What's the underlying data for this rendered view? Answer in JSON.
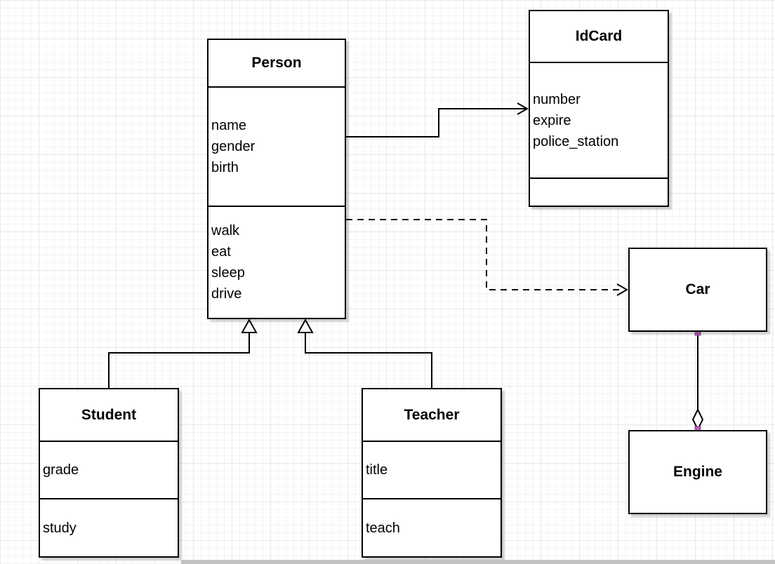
{
  "diagram": {
    "classes": {
      "person": {
        "title": "Person",
        "attributes": [
          "name",
          "gender",
          "birth"
        ],
        "methods": [
          "walk",
          "eat",
          "sleep",
          "drive"
        ]
      },
      "idcard": {
        "title": "IdCard",
        "attributes": [
          "number",
          "expire",
          "police_station"
        ],
        "methods": []
      },
      "car": {
        "title": "Car"
      },
      "engine": {
        "title": "Engine"
      },
      "student": {
        "title": "Student",
        "attributes": [
          "grade"
        ],
        "methods": [
          "study"
        ]
      },
      "teacher": {
        "title": "Teacher",
        "attributes": [
          "title"
        ],
        "methods": [
          "teach"
        ]
      }
    },
    "relationships": [
      {
        "from": "Person",
        "to": "IdCard",
        "type": "association",
        "line": "solid",
        "arrow": "open"
      },
      {
        "from": "Person",
        "to": "Car",
        "type": "dependency",
        "line": "dashed",
        "arrow": "open"
      },
      {
        "from": "Student",
        "to": "Person",
        "type": "generalization",
        "line": "solid",
        "arrow": "hollow-triangle"
      },
      {
        "from": "Teacher",
        "to": "Person",
        "type": "generalization",
        "line": "solid",
        "arrow": "hollow-triangle"
      },
      {
        "from": "Engine",
        "to": "Car",
        "type": "aggregation",
        "line": "solid",
        "arrow": "hollow-diamond"
      }
    ],
    "colors": {
      "box_border": "#000000",
      "box_fill": "#ffffff",
      "endpoint_handle": "#b05fb0",
      "endpoint_handle_border": "#8f3f8f"
    }
  }
}
